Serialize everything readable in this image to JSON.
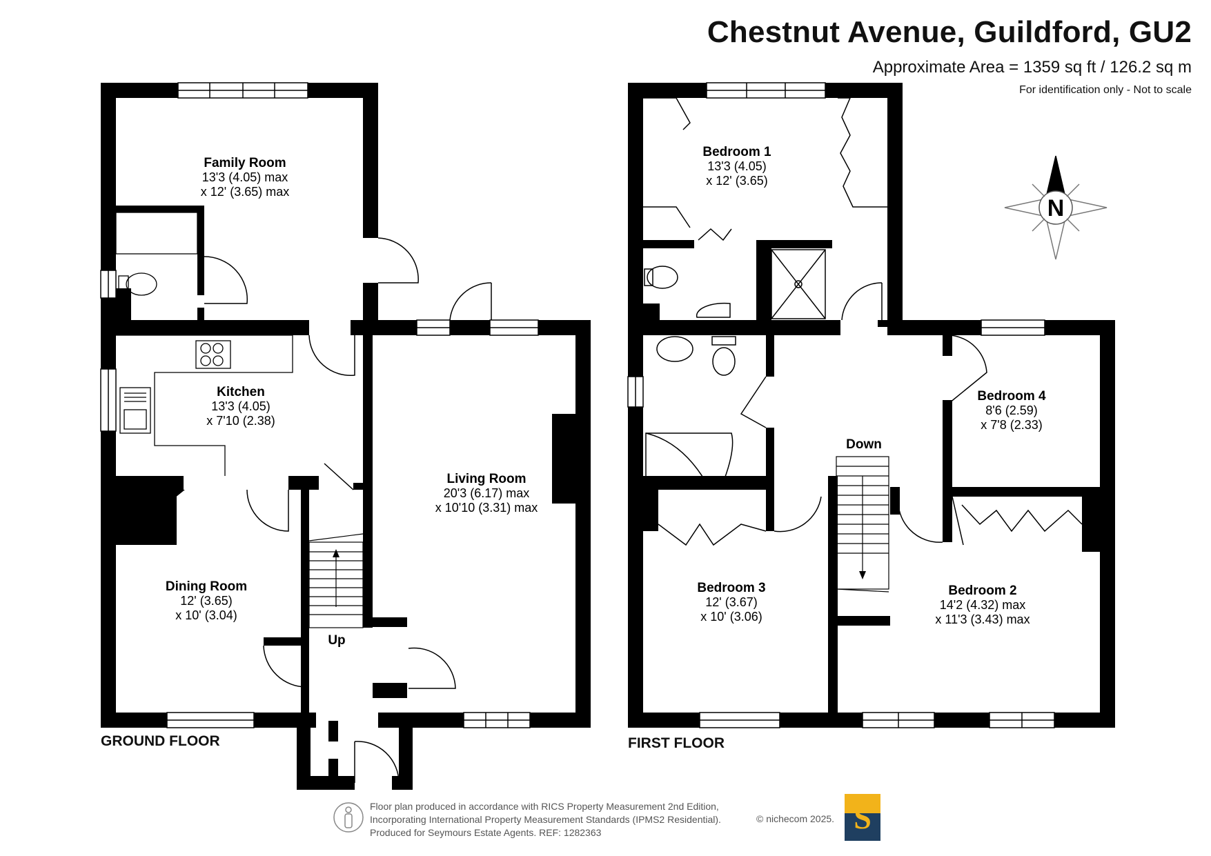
{
  "header": {
    "title": "Chestnut Avenue, Guildford, GU2",
    "area": "Approximate Area = 1359 sq ft / 126.2 sq m",
    "disclaimer": "For identification only - Not to scale"
  },
  "compass": {
    "label": "N"
  },
  "ground_floor": {
    "label": "GROUND FLOOR",
    "stairs_label": "Up",
    "rooms": [
      {
        "name": "Family Room",
        "dim1": "13'3 (4.05) max",
        "dim2": "x 12' (3.65) max"
      },
      {
        "name": "Kitchen",
        "dim1": "13'3 (4.05)",
        "dim2": "x 7'10 (2.38)"
      },
      {
        "name": "Living Room",
        "dim1": "20'3 (6.17) max",
        "dim2": "x 10'10 (3.31) max"
      },
      {
        "name": "Dining Room",
        "dim1": "12' (3.65)",
        "dim2": "x 10' (3.04)"
      }
    ]
  },
  "first_floor": {
    "label": "FIRST FLOOR",
    "stairs_label": "Down",
    "rooms": [
      {
        "name": "Bedroom 1",
        "dim1": "13'3 (4.05)",
        "dim2": "x 12' (3.65)"
      },
      {
        "name": "Bedroom 4",
        "dim1": "8'6 (2.59)",
        "dim2": "x 7'8 (2.33)"
      },
      {
        "name": "Bedroom 3",
        "dim1": "12' (3.67)",
        "dim2": "x 10' (3.06)"
      },
      {
        "name": "Bedroom 2",
        "dim1": "14'2 (4.32) max",
        "dim2": "x 11'3 (3.43) max"
      }
    ]
  },
  "footer": {
    "line1": "Floor plan produced in accordance with RICS Property Measurement 2nd Edition,",
    "line2": "Incorporating International Property Measurement Standards (IPMS2 Residential).",
    "line3": "Produced for Seymours Estate Agents.   REF: 1282363",
    "copyright": "© nichecom 2025.",
    "logo_letter": "S"
  }
}
